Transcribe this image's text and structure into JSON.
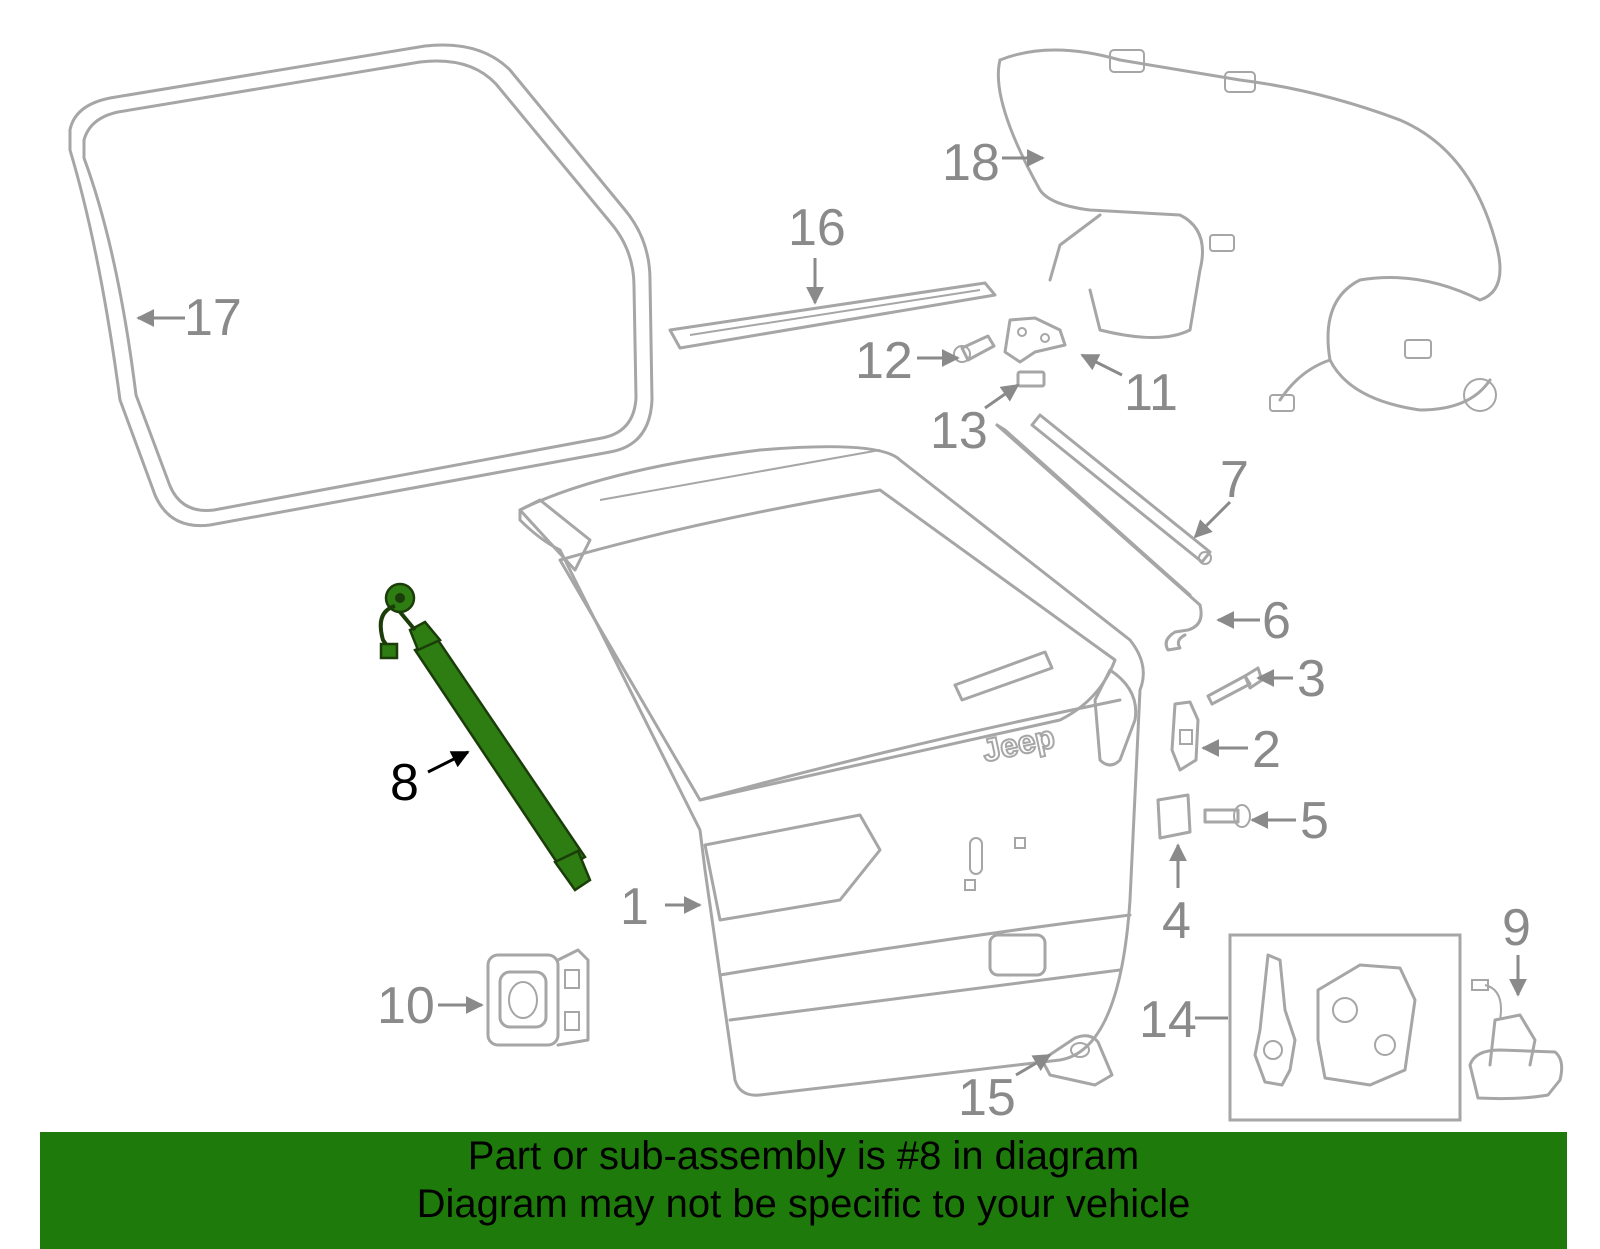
{
  "callouts": {
    "c1": "1",
    "c2": "2",
    "c3": "3",
    "c4": "4",
    "c5": "5",
    "c6": "6",
    "c7": "7",
    "c8": "8",
    "c9": "9",
    "c10": "10",
    "c11": "11",
    "c12": "12",
    "c13": "13",
    "c14": "14",
    "c15": "15",
    "c16": "16",
    "c17": "17",
    "c18": "18"
  },
  "logo_text": "Jeep",
  "banner": {
    "line1": "Part or sub-assembly is #8 in diagram",
    "line2": "Diagram may not be specific to your vehicle"
  },
  "colors": {
    "highlight_part": "#2e7d12",
    "banner_background": "#1f7a0c",
    "line_art": "#a6a6a6"
  }
}
